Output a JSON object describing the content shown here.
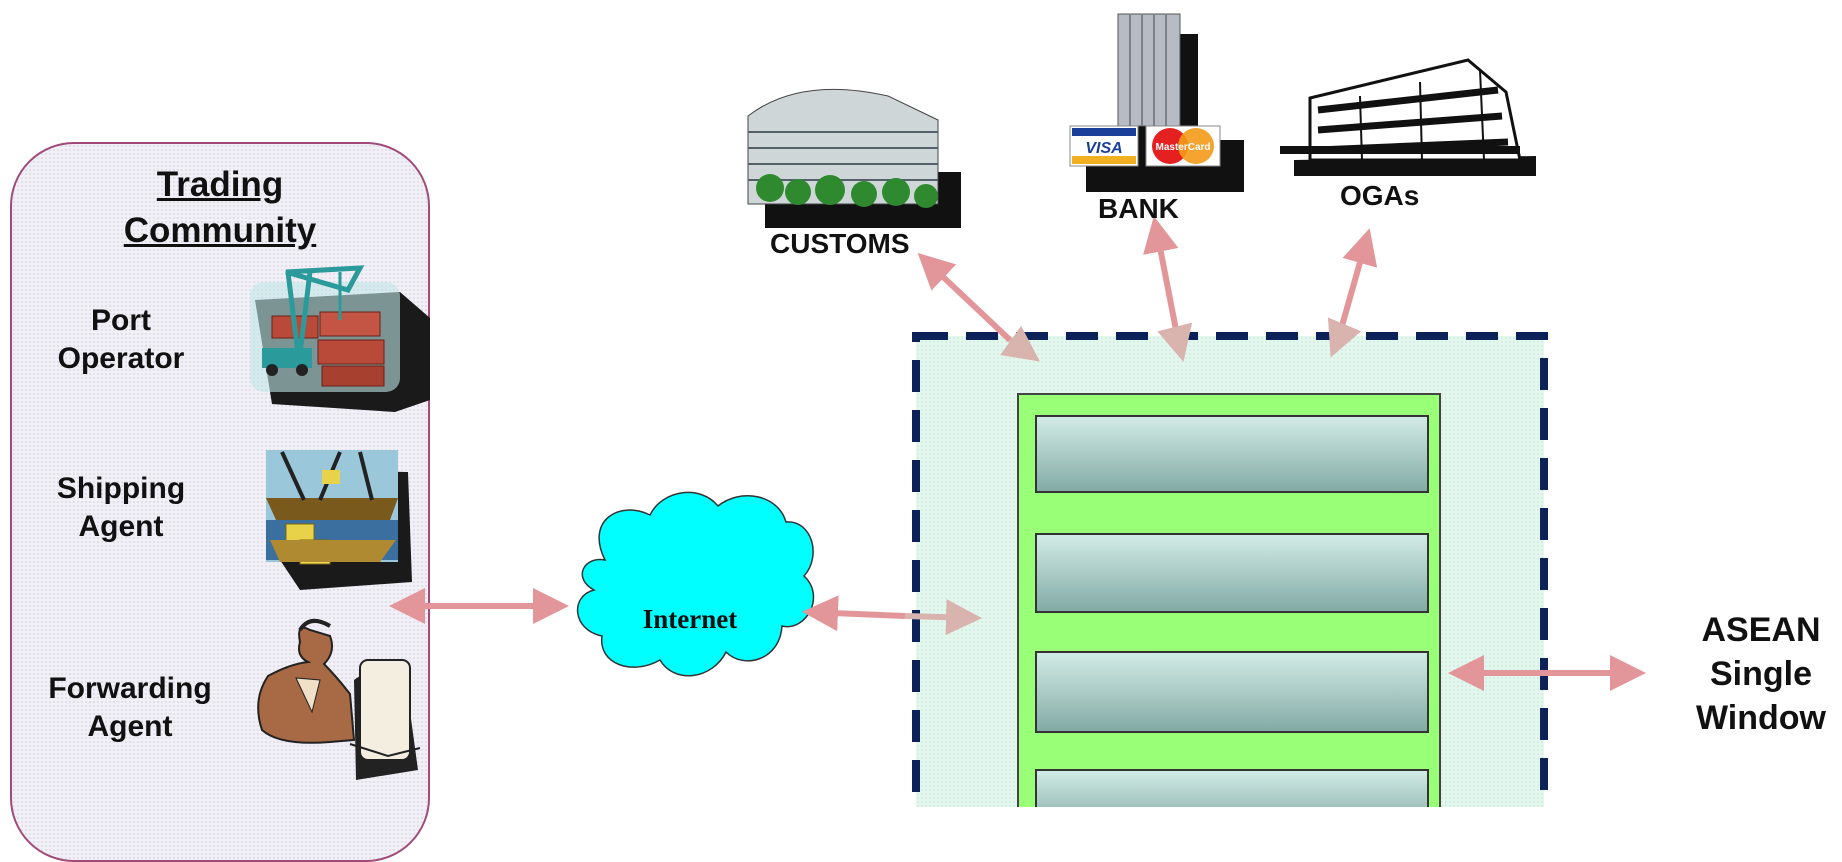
{
  "trading_community": {
    "title_line1": "Trading",
    "title_line2": "Community",
    "parties": [
      {
        "line1": "Port",
        "line2": "Operator",
        "icon": "port-crane-icon"
      },
      {
        "line1": "Shipping",
        "line2": "Agent",
        "icon": "ship-loading-icon"
      },
      {
        "line1": "Forwarding",
        "line2": "Agent",
        "icon": "businessman-computer-icon"
      }
    ]
  },
  "network": {
    "label": "Internet",
    "color": "#00ffff"
  },
  "entities": {
    "customs": {
      "label": "CUSTOMS",
      "icon": "customs-building-icon"
    },
    "bank": {
      "label": "BANK",
      "icon": "bank-tower-icon",
      "cards": [
        "VISA",
        "MasterCard"
      ]
    },
    "ogas": {
      "label": "OGAs",
      "icon": "office-building-icon"
    }
  },
  "asean": {
    "line1": "ASEAN",
    "line2": "Single",
    "line3": "Window"
  },
  "colors": {
    "arrow": "#e2969a",
    "arrow_faded": "#d9b3ad",
    "single_window_border": "#0c2158",
    "single_window_fill": "#e3f7ee",
    "core_system_fill": "#99ff77",
    "module_fill_top": "#d3ece7",
    "module_fill_bottom": "#82aaa5",
    "panel_border": "#a04a7a"
  }
}
